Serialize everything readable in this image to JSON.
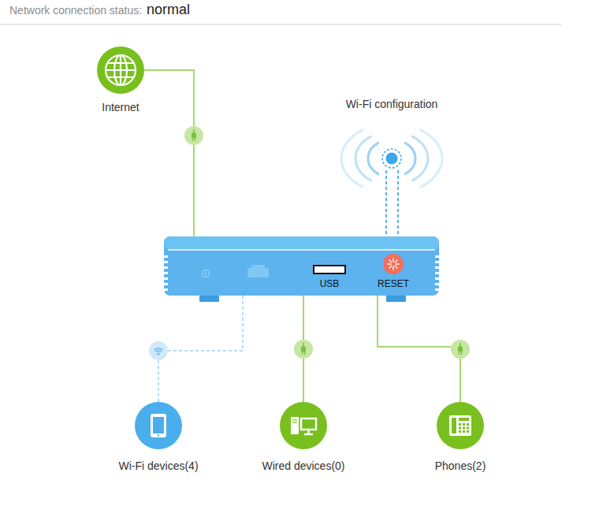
{
  "diagram": {
    "title": "Network connection status:",
    "nodes": [
      {
        "text": [
          "Internet"
        ]
      },
      {
        "text": [
          "Wi-Fi configuration"
        ]
      },
      {
        "text": [
          "USB",
          "RESET"
        ]
      },
      {
        "text": [
          "Wi-Fi devices(4)"
        ]
      },
      {
        "text": [
          "Wired devices(0)"
        ]
      },
      {
        "text": [
          "Phones(2)"
        ]
      }
    ],
    "edges": [
      {
        "from": 0,
        "to": 2,
        "arrow": "none"
      },
      {
        "from": 1,
        "to": 2,
        "arrow": "none"
      },
      {
        "from": 2,
        "to": 3,
        "arrow": "none"
      },
      {
        "from": 2,
        "to": 4,
        "arrow": "none"
      },
      {
        "from": 2,
        "to": 5,
        "arrow": "none"
      }
    ],
    "labels": [
      "normal"
    ]
  }
}
